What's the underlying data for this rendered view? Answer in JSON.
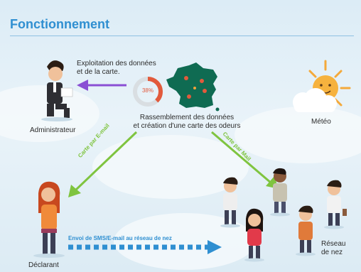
{
  "title": "Fonctionnement",
  "nodes": {
    "exploitation": "Exploitation des données\net de la carte.",
    "administrateur": "Administrateur",
    "rassemblement": "Rassemblement des données\net création d'une carte des odeurs",
    "meteo": "Météo",
    "declarant": "Déclarant",
    "reseau": "Réseau\nde nez"
  },
  "donut": {
    "label": "38%",
    "value": 38,
    "colors": {
      "progress": "#e25a3c",
      "track": "#d9dee2"
    }
  },
  "arrows": {
    "left_diag": "Carte par E-mail",
    "right_diag": "Carte par Mail",
    "bottom": "Envoi de SMS/E-mail au réseau de nez"
  },
  "colors": {
    "title": "#2f8fd1",
    "purple_arrow": "#8a4fd4",
    "green_arrow": "#7fc43f",
    "blue_arrow": "#2f8fd1",
    "france": "#0f6b52"
  },
  "icons": [
    "admin-person-icon",
    "donut-chart-icon",
    "france-map-icon",
    "sun-cloud-icon",
    "declarant-person-icon",
    "nose-network-people-icon"
  ]
}
